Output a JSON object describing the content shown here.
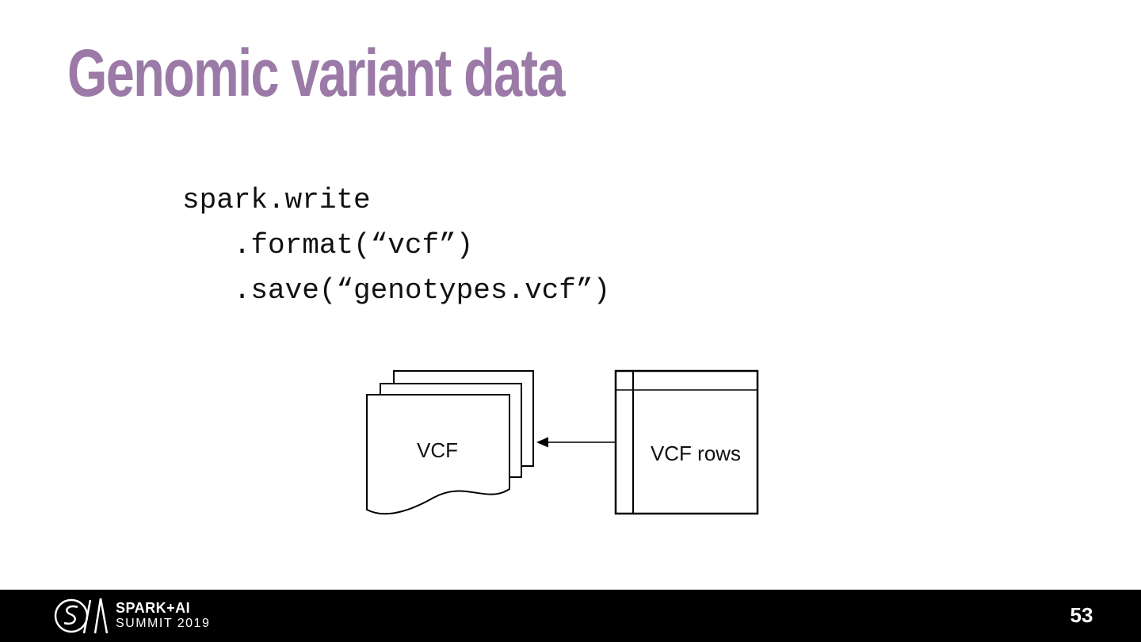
{
  "slide": {
    "title": "Genomic variant data",
    "page_number": "53",
    "colors": {
      "title_text": "#9b7aa7",
      "footer_background": "#000000",
      "diagram_stroke": "#000000",
      "body_text": "#111111"
    },
    "code": {
      "line1": "spark.write",
      "line2": "   .format(“vcf”)",
      "line3": "   .save(“genotypes.vcf”)"
    },
    "diagram": {
      "document_label": "VCF",
      "table_label": "VCF rows"
    },
    "footer": {
      "brand_line1": "SPARK+AI",
      "brand_line2": "SUMMIT 2019"
    }
  }
}
